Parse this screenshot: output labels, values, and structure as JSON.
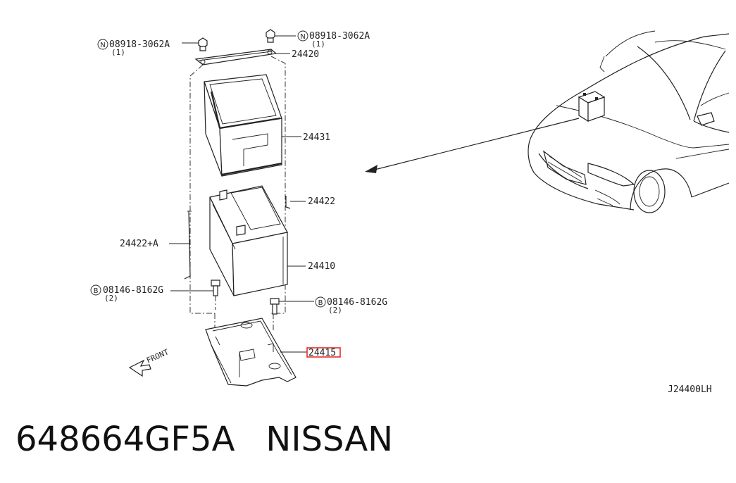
{
  "diagram": {
    "callouts": {
      "nut_left": {
        "symbol": "N",
        "code": "08918-3062A",
        "qty": "(1)"
      },
      "nut_right": {
        "symbol": "N",
        "code": "08918-3062A",
        "qty": "(1)"
      },
      "hold_down_bar": "24420",
      "battery_cover": "24431",
      "rod_right": "24422",
      "rod_left": "24422+A",
      "battery": "24410",
      "bolt_left": {
        "symbol": "B",
        "code": "08146-8162G",
        "qty": "(2)"
      },
      "bolt_right": {
        "symbol": "B",
        "code": "08146-8162G",
        "qty": "(2)"
      },
      "tray": "24415"
    },
    "direction_label": "FRONT",
    "diagram_code": "J24400LH",
    "highlight_color": "#e02020"
  },
  "caption": {
    "part_number": "648664GF5A",
    "brand": "NISSAN"
  }
}
